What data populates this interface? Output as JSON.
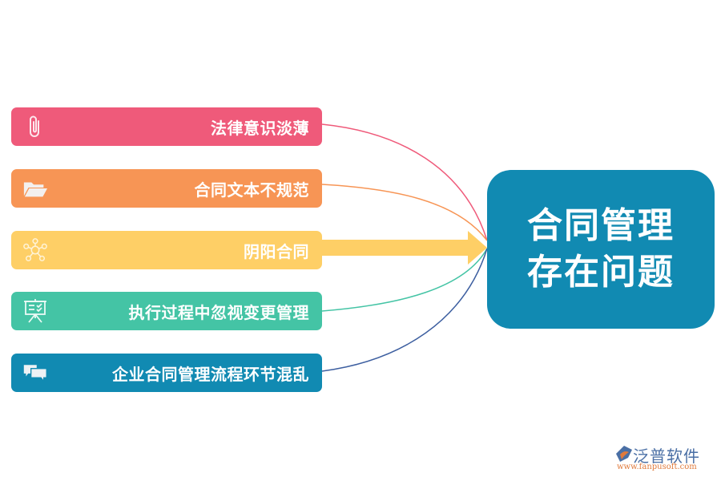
{
  "diagram": {
    "center": {
      "line1": "合同管理",
      "line2": "存在问题",
      "color": "#118ab2"
    },
    "items": [
      {
        "label": "法律意识淡薄",
        "icon": "paperclip-icon",
        "color": "#ef5a7a"
      },
      {
        "label": "合同文本不规范",
        "icon": "folder-open-icon",
        "color": "#f79555"
      },
      {
        "label": "阴阳合同",
        "icon": "network-people-icon",
        "color": "#fecf66"
      },
      {
        "label": "执行过程中忽视变更管理",
        "icon": "presentation-board-icon",
        "color": "#44c4a5"
      },
      {
        "label": "企业合同管理流程环节混乱",
        "icon": "chat-bubbles-icon",
        "color": "#118ab2"
      }
    ],
    "connector_colors": [
      "#ef5a7a",
      "#f79555",
      "#fecf66",
      "#44c4a5",
      "#3d5fa0"
    ]
  },
  "watermark": {
    "brand": "泛普软件",
    "url": "www.fanpusoft.com"
  }
}
